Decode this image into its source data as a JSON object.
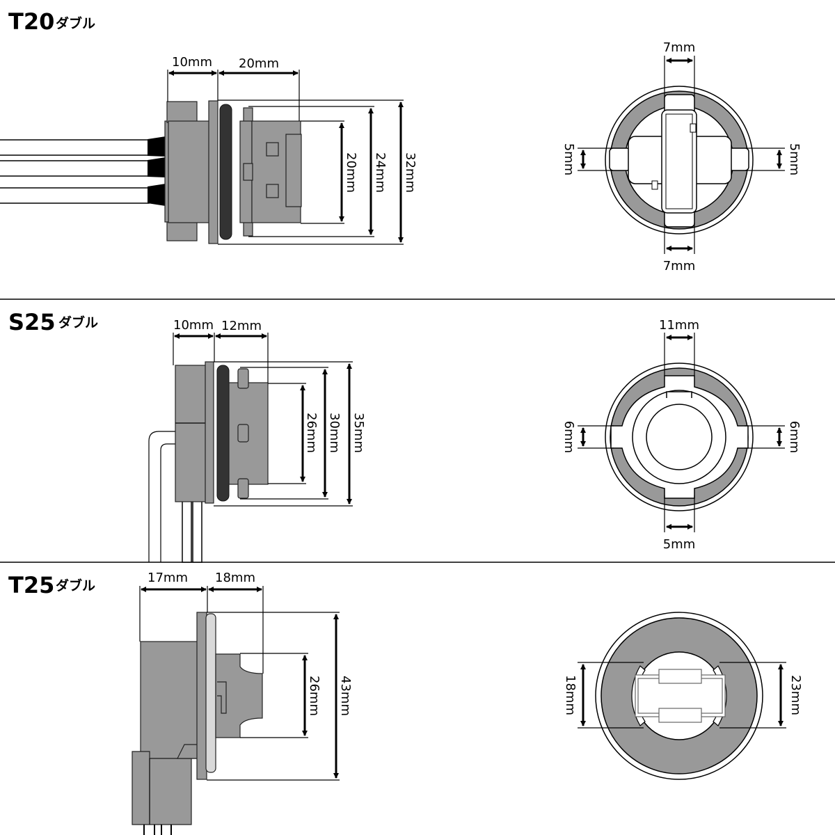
{
  "sections": [
    {
      "title": "T20",
      "subtitle": "ダブル",
      "side_dims": {
        "h1": "10mm",
        "h2": "20mm",
        "v1": "20mm",
        "v2": "24mm",
        "v3": "32mm"
      },
      "end_dims": {
        "top": "7mm",
        "left": "5mm",
        "right": "5mm",
        "bottom": "7mm"
      }
    },
    {
      "title": "S25",
      "subtitle": "ダブル",
      "side_dims": {
        "h1": "10mm",
        "h2": "12mm",
        "v1": "26mm",
        "v2": "30mm",
        "v3": "35mm"
      },
      "end_dims": {
        "top": "11mm",
        "left": "6mm",
        "right": "6mm",
        "bottom": "5mm"
      }
    },
    {
      "title": "T25",
      "subtitle": "ダブル",
      "side_dims": {
        "h1": "17mm",
        "h2": "18mm",
        "v1": "26mm",
        "v2": "43mm"
      },
      "end_dims": {
        "left": "18mm",
        "right": "23mm"
      }
    }
  ],
  "colors": {
    "part": "#999999",
    "gasket": "#333333"
  }
}
